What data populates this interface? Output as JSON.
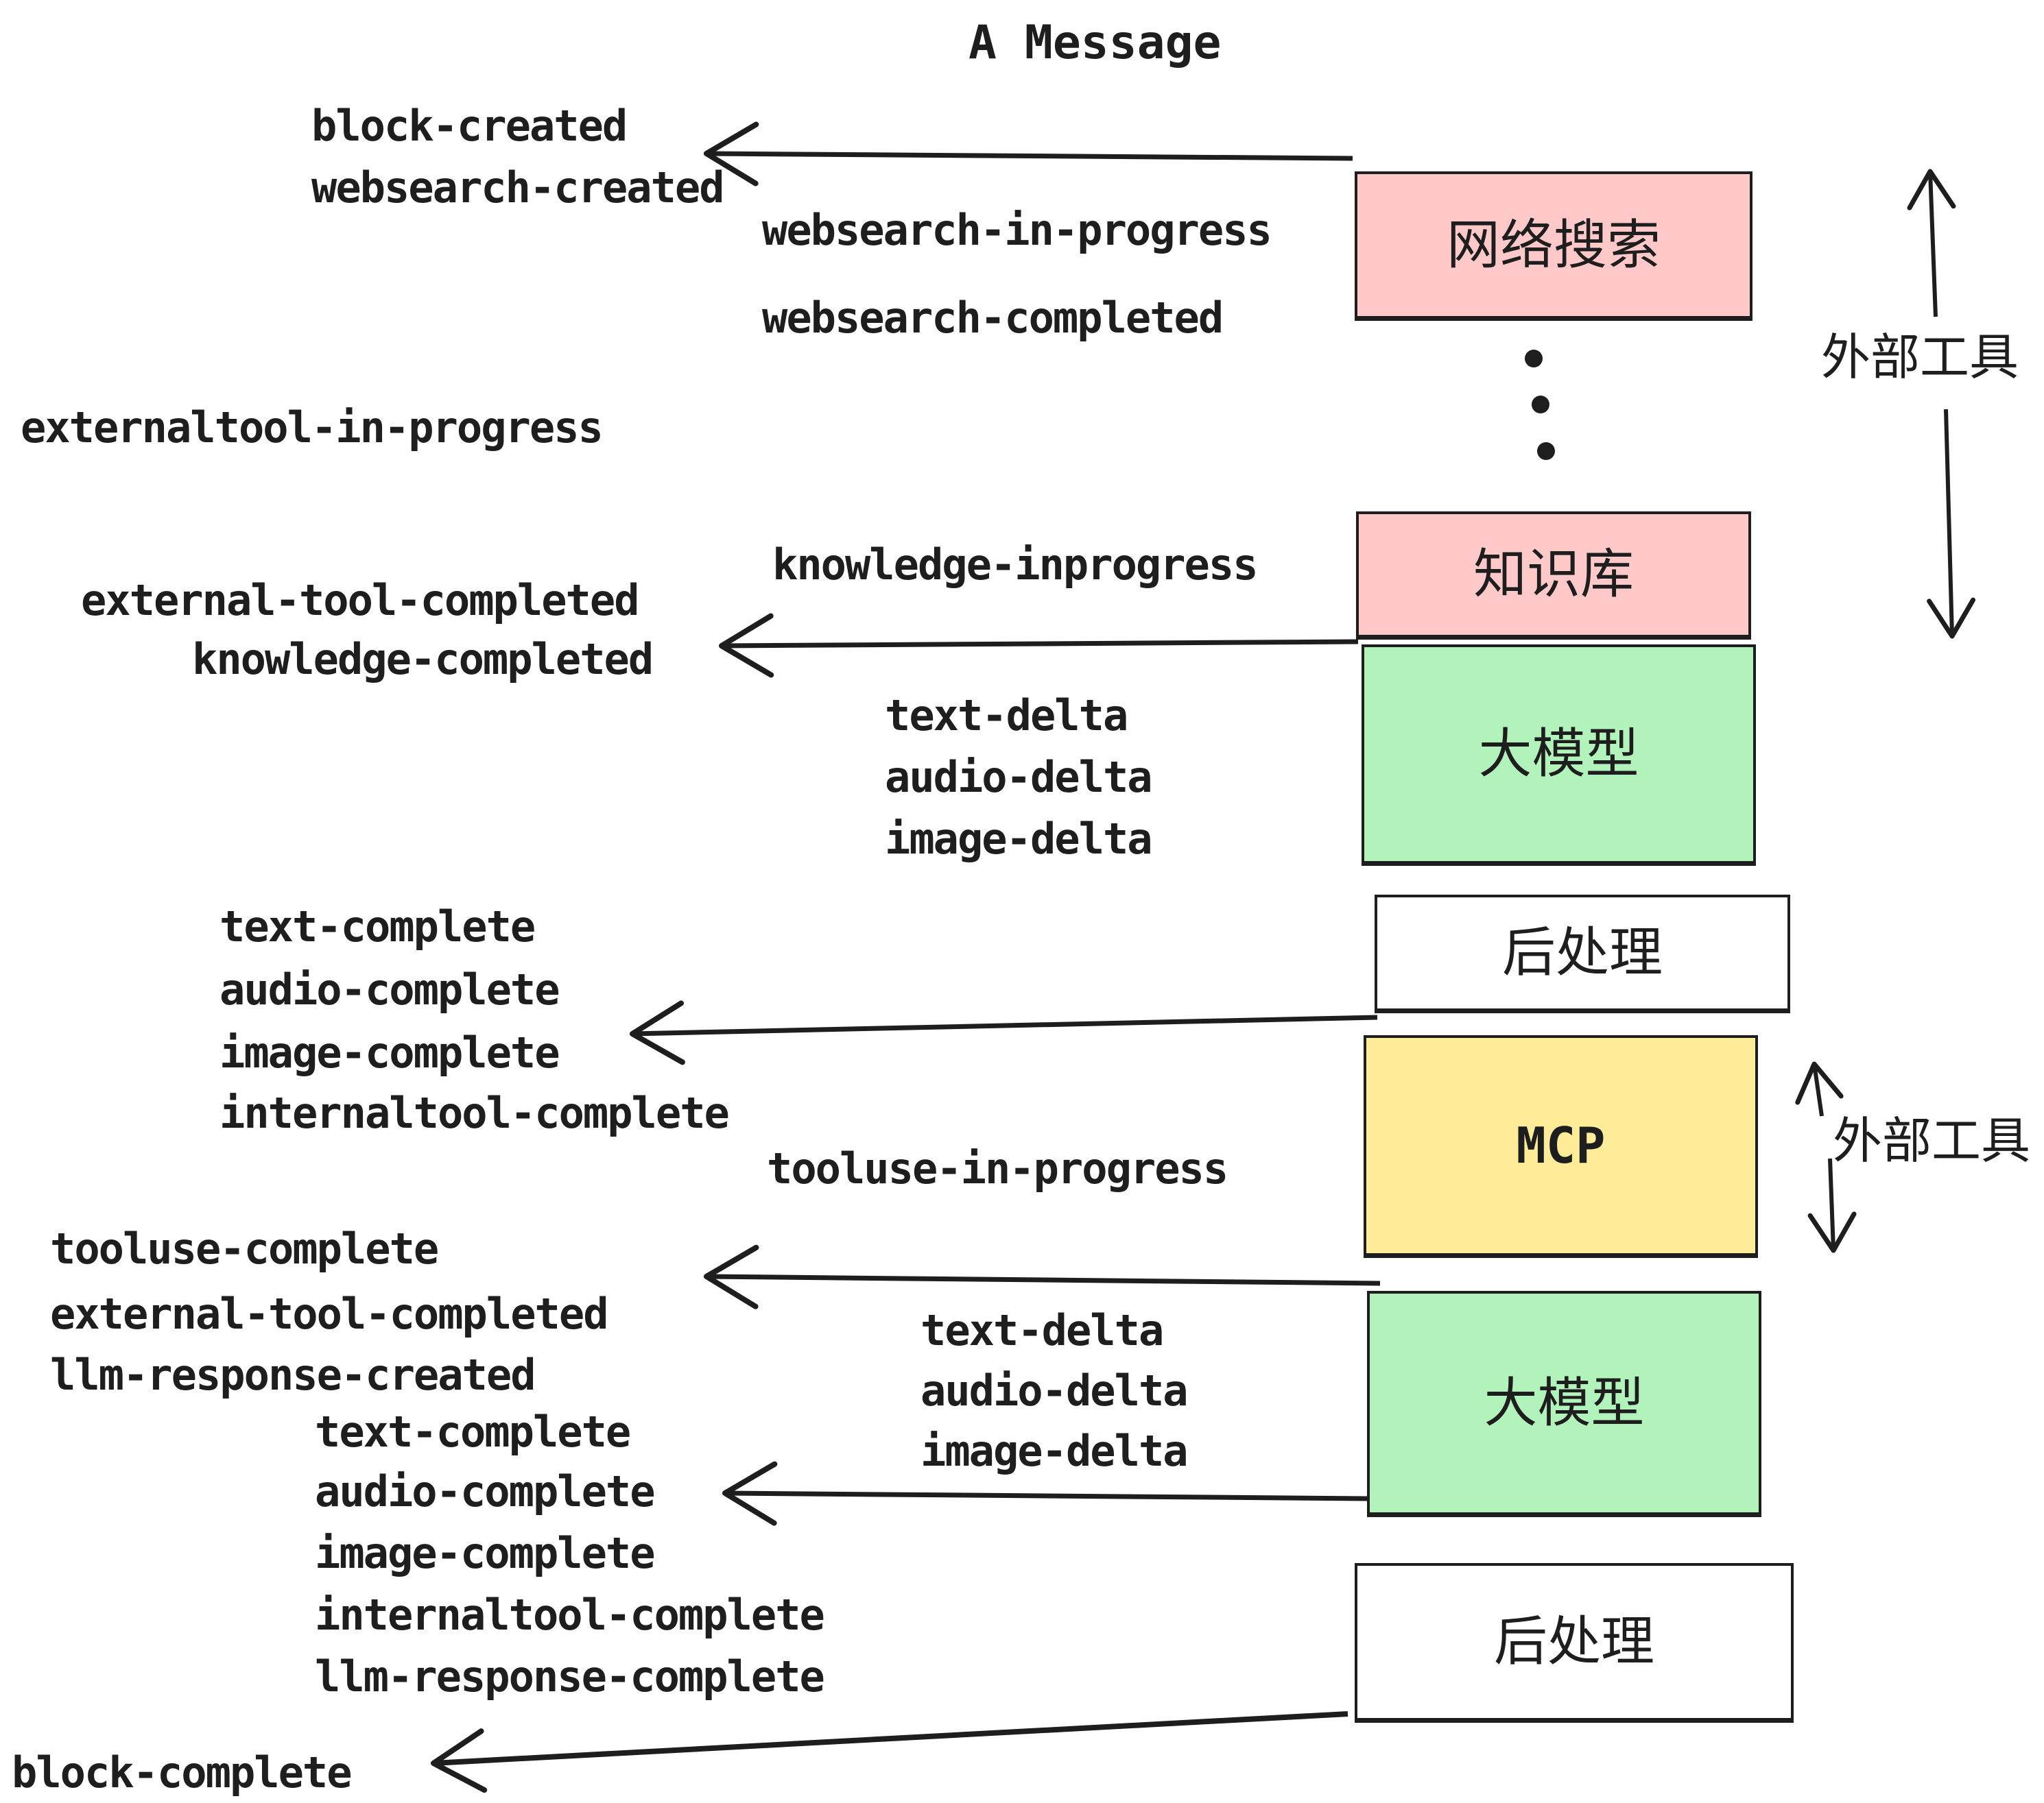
{
  "title": "A Message",
  "colors": {
    "ink": "#1e1e1e",
    "pink": "#ffc9c9",
    "green": "#b2f2bb",
    "yellow": "#ffec99",
    "white": "#ffffff",
    "background": "#ffffff"
  },
  "boxes": {
    "websearch": "网络搜索",
    "knowledge": "知识库",
    "llm1": "大模型",
    "post1": "后处理",
    "mcp": "MCP",
    "llm2": "大模型",
    "post2": "后处理"
  },
  "events": {
    "block_created": "block-created",
    "websearch_created": "websearch-created",
    "websearch_in_progress": "websearch-in-progress",
    "websearch_completed": "websearch-completed",
    "externaltool_in_progress": "externaltool-in-progress",
    "knowledge_inprogress": "knowledge-inprogress",
    "external_tool_completed_1": "external-tool-completed",
    "knowledge_completed": "knowledge-completed",
    "text_delta_1": "text-delta",
    "audio_delta_1": "audio-delta",
    "image_delta_1": "image-delta",
    "text_complete_1": "text-complete",
    "audio_complete_1": "audio-complete",
    "image_complete_1": "image-complete",
    "internaltool_complete_1": "internaltool-complete",
    "tooluse_in_progress": "tooluse-in-progress",
    "tooluse_complete": "tooluse-complete",
    "external_tool_completed_2": "external-tool-completed",
    "llm_response_created": "llm-response-created",
    "text_complete_2": "text-complete",
    "audio_complete_2": "audio-complete",
    "image_complete_2": "image-complete",
    "internaltool_complete_2": "internaltool-complete",
    "llm_response_complete": "llm-response-complete",
    "block_complete": "block-complete"
  },
  "annotations": {
    "external_tools_top": "外部工具",
    "external_tools_mid": "外部工具"
  }
}
